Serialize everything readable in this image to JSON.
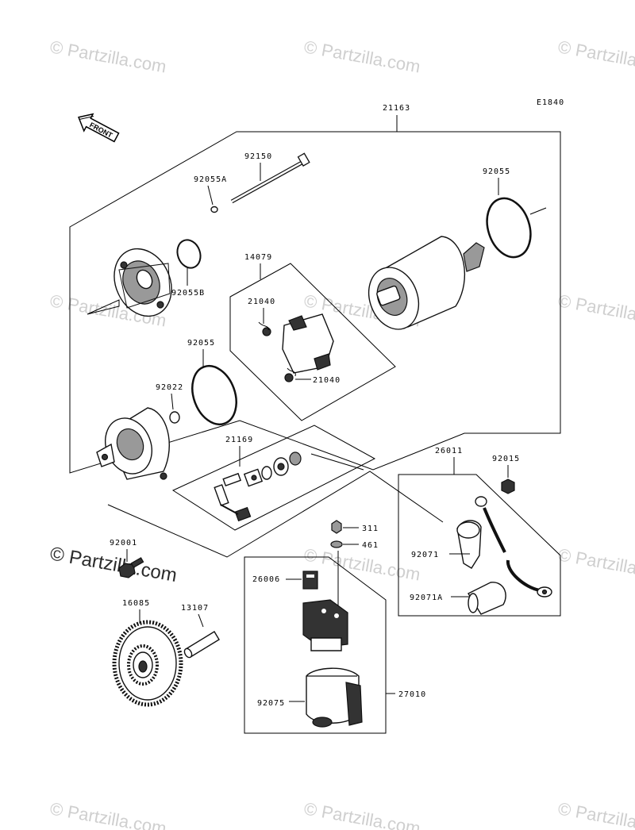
{
  "diagram_code": "E1840",
  "front_label": "FRONT",
  "watermark": "© Partzilla.com",
  "watermark_main": "© Partzilla.com",
  "parts": {
    "p21163": "21163",
    "p92150": "92150",
    "p92055A": "92055A",
    "p92055_top": "92055",
    "p92055B": "92055B",
    "p14079": "14079",
    "p21040_a": "21040",
    "p21040_b": "21040",
    "p92055_mid": "92055",
    "p92022": "92022",
    "p21169": "21169",
    "p26011": "26011",
    "p92015": "92015",
    "p311": "311",
    "p461": "461",
    "p92071": "92071",
    "p92071A": "92071A",
    "p92001": "92001",
    "p26006": "26006",
    "p16085": "16085",
    "p13107": "13107",
    "p92075": "92075",
    "p27010": "27010"
  }
}
